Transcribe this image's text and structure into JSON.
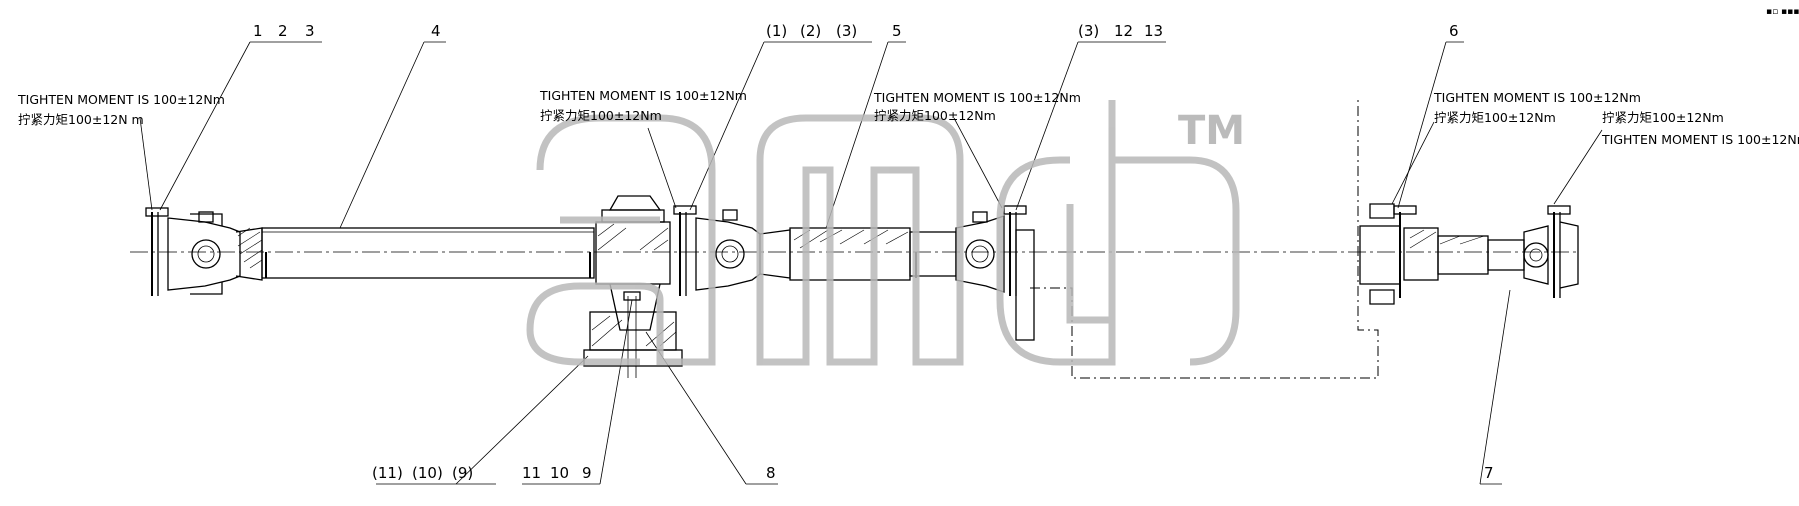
{
  "callouts": {
    "c1": "1",
    "c2": "2",
    "c3": "3",
    "c4": "4",
    "c_p1": "(1)",
    "c_p2": "(2)",
    "c_p3": "(3)",
    "c5": "5",
    "c_p3b": "(3)",
    "c12": "12",
    "c13": "13",
    "c6": "6",
    "c7": "7",
    "c8": "8",
    "c_p11": "(11)",
    "c_p10": "(10)",
    "c_p9": "(9)",
    "c11": "11",
    "c10": "10",
    "c9": "9"
  },
  "torque": {
    "en": "TIGHTEN MOMENT IS 100±12Nm",
    "cn_a": "拧紧力矩100±12N m",
    "cn_b": "拧紧力矩100±12Nm"
  },
  "watermark": {
    "letters": "amd",
    "mark": "TM"
  },
  "corner_mark": "▪▫ ▪▪▪"
}
